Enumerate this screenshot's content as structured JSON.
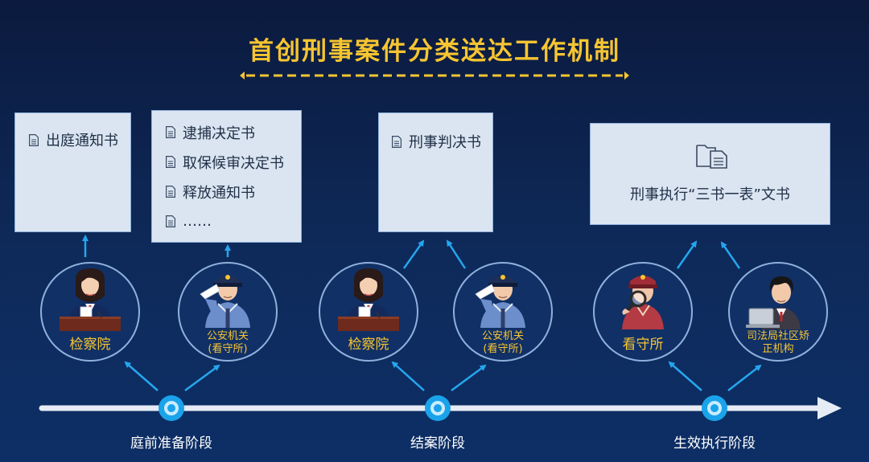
{
  "title": "首创刑事案件分类送达工作机制",
  "documents": {
    "box1": [
      "出庭通知书"
    ],
    "box2": [
      "逮捕决定书",
      "取保候审决定书",
      "释放通知书",
      "……"
    ],
    "box3": [
      "刑事判决书"
    ],
    "box4": "刑事执行“三书一表”文书"
  },
  "actors": {
    "procuratorate_1": "检察院",
    "police_1": [
      "公安机关",
      "(看守所)"
    ],
    "procuratorate_2": "检察院",
    "police_2": [
      "公安机关",
      "(看守所)"
    ],
    "detention_center": "看守所",
    "justice_bureau": [
      "司法局社区矫",
      "正机构"
    ]
  },
  "stages": [
    "庭前准备阶段",
    "结案阶段",
    "生效执行阶段"
  ],
  "colors": {
    "title": "#f7c531",
    "label": "#f7c531",
    "arrow": "#25a6ee",
    "timeline": "#e6ecf5",
    "box_bg": "#dbe5f1"
  }
}
